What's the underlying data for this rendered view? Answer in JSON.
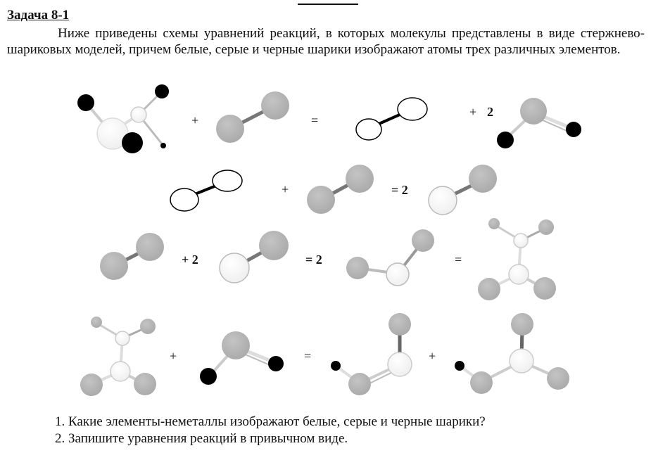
{
  "task": {
    "title": "Задача 8-1",
    "intro": "Ниже приведены схемы уравнений реакций, в которых молекулы представлены в виде стержнево-шариковых моделей, причем белые, серые и черные шарики изображают атомы трех различных элементов."
  },
  "scheme": {
    "row1": {
      "plus1": "+",
      "eq": "=",
      "plus2": "+",
      "coef": "2"
    },
    "row2": {
      "plus": "+",
      "eq_coef": "= 2"
    },
    "row3": {
      "plus_coef": "+ 2",
      "eq_coef": "= 2",
      "eq2": "="
    },
    "row4": {
      "plus1": "+",
      "eq": "=",
      "plus2": "+"
    }
  },
  "questions": [
    "1. Какие элементы-неметаллы изображают белые, серые и черные шарики?",
    "2. Запишите уравнения реакций в привычном виде."
  ],
  "colors": {
    "white_atom": "#ffffff",
    "gray_atom": "#b4b4b4",
    "black_atom": "#000000"
  }
}
